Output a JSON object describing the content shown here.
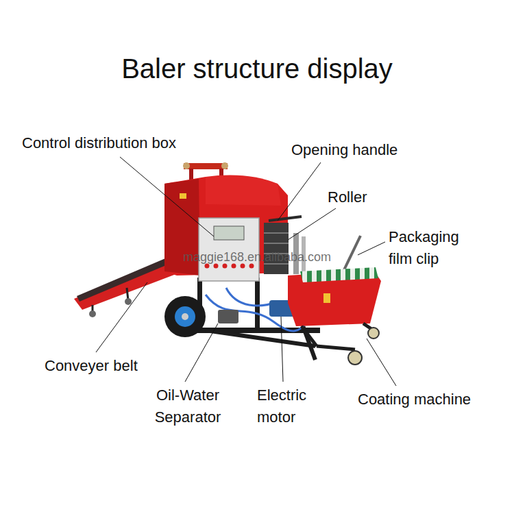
{
  "diagram": {
    "title": "Baler structure display",
    "labels": [
      "Control distribution box",
      "Opening handle",
      "Roller",
      "Packaging film clip",
      "Conveyer belt",
      "Oil-Water Separator",
      "Electric motor",
      "Coating machine",
      "maggie168.en.alibaba.com"
    ]
  }
}
